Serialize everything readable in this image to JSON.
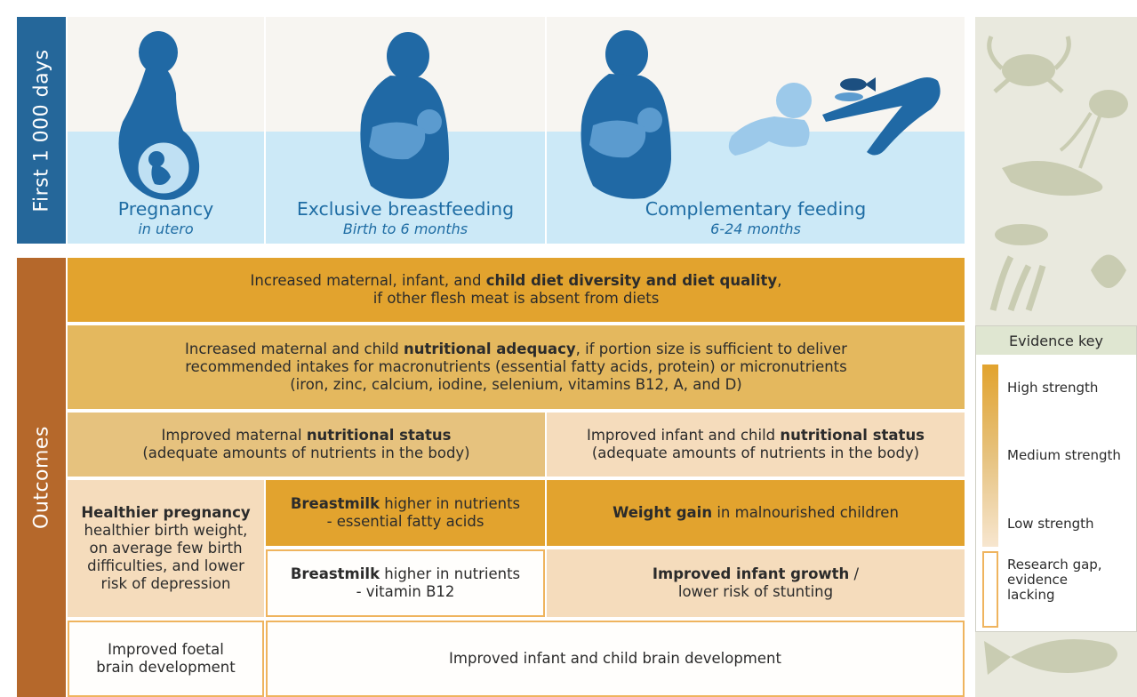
{
  "first_days_label": "First 1 000 days",
  "outcomes_label": "Outcomes",
  "stages": [
    {
      "title": "Pregnancy",
      "subtitle": "in utero"
    },
    {
      "title": "Exclusive breastfeeding",
      "subtitle": "Birth to 6 months"
    },
    {
      "title": "Complementary feeding",
      "subtitle": "6-24 months"
    }
  ],
  "rows": {
    "diet_diversity": {
      "pre": "Increased maternal, infant, and ",
      "bold": "child diet diversity and diet quality",
      "post": ",",
      "line2": "if other flesh meat is absent from diets",
      "strength": "high"
    },
    "adequacy": {
      "pre": "Increased maternal and child ",
      "bold": "nutritional adequacy",
      "post": ", if portion size is sufficient to deliver",
      "line2": "recommended intakes for macronutrients (essential fatty acids, protein) or micronutrients",
      "line3": "(iron, zinc, calcium, iodine, selenium, vitamins B12, A, and D)",
      "strength": "medium-high"
    },
    "maternal_status": {
      "pre": "Improved maternal ",
      "bold": "nutritional status",
      "line2": "(adequate amounts of nutrients in the body)",
      "strength": "medium"
    },
    "child_status": {
      "pre": "Improved infant and child ",
      "bold": "nutritional status",
      "line2": "(adequate amounts of nutrients in the body)",
      "strength": "low"
    },
    "pregnancy": {
      "bold": "Healthier pregnancy",
      "rest": "healthier birth weight, on average few birth difficulties, and lower risk of depression",
      "strength": "low"
    },
    "milk_fatty": {
      "bold": "Breastmilk",
      "post": " higher in nutrients",
      "line2": "- essential fatty acids",
      "strength": "high"
    },
    "weight_gain": {
      "bold": "Weight gain",
      "post": " in malnourished children",
      "strength": "high"
    },
    "milk_b12": {
      "bold": "Breastmilk",
      "post": " higher in nutrients",
      "line2": "- vitamin B12",
      "strength": "gap"
    },
    "growth": {
      "bold": "Improved infant growth",
      "post": " /",
      "line2": "lower risk of stunting",
      "strength": "low"
    },
    "foetal_brain": {
      "line1": "Improved foetal",
      "line2": "brain development",
      "strength": "gap"
    },
    "child_brain": {
      "line1": "Improved infant and child brain development",
      "strength": "gap"
    }
  },
  "evidence_key": {
    "title": "Evidence key",
    "high": "High strength",
    "medium": "Medium strength",
    "low": "Low strength",
    "gap_line1": "Research gap,",
    "gap_line2": "evidence",
    "gap_line3": "lacking"
  },
  "colors": {
    "blue_label": "#25679a",
    "stage_text": "#1f6da4",
    "outcomes_label": "#b5682b",
    "high": "#e2a32e",
    "medium": "#e6c27e",
    "low": "#f5dcbc",
    "gap_border": "#efb45e"
  }
}
